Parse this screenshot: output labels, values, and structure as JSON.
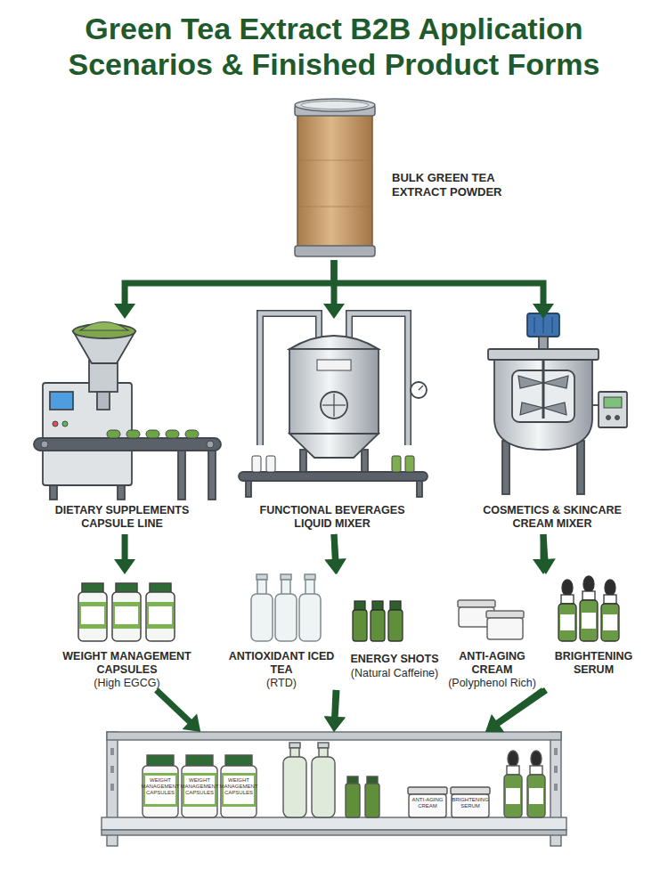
{
  "diagram": {
    "title": "Green Tea Extract B2B Application Scenarios & Finished Product Forms",
    "nodes": [
      {
        "text": [
          "BULK GREEN TEA EXTRACT POWDER"
        ]
      },
      {
        "text": [
          "DIETARY SUPPLEMENTS CAPSULE LINE"
        ]
      },
      {
        "text": [
          "FUNCTIONAL BEVERAGES LIQUID MIXER"
        ]
      },
      {
        "text": [
          "COSMETICS & SKINCARE CREAM MIXER"
        ]
      },
      {
        "text": [
          "WEIGHT MANAGEMENT CAPSULES",
          "(High EGCG)"
        ]
      },
      {
        "text": [
          "ANTIOXIDANT ICED TEA",
          "(RTD)"
        ]
      },
      {
        "text": [
          "ENERGY SHOTS",
          "(Natural Caffeine)"
        ]
      },
      {
        "text": [
          "ANTI-AGING CREAM",
          "(Polyphenol Rich)"
        ]
      },
      {
        "text": [
          "BRIGHTENING SERUM"
        ]
      },
      {
        "text": [
          "WEIGHT MANAGEMENT CAPSULES",
          "WEIGHT MANAGEMENT CAPSULES",
          "WEIGHT MANAGEMENT CAPSULES",
          "ANTI-AGING CREAM",
          "BRIGHTENING SERUM"
        ]
      }
    ],
    "edges": [
      {
        "from": 0,
        "to": 1,
        "arrow": "to"
      },
      {
        "from": 0,
        "to": 2,
        "arrow": "to"
      },
      {
        "from": 0,
        "to": 3,
        "arrow": "to"
      },
      {
        "from": 1,
        "to": 4,
        "arrow": "to"
      },
      {
        "from": 2,
        "to": 5,
        "arrow": "to"
      },
      {
        "from": 2,
        "to": 6,
        "arrow": "to"
      },
      {
        "from": 3,
        "to": 7,
        "arrow": "to"
      },
      {
        "from": 3,
        "to": 8,
        "arrow": "to"
      },
      {
        "from": 4,
        "to": 9,
        "arrow": "to"
      },
      {
        "from": 5,
        "to": 9,
        "arrow": "to"
      },
      {
        "from": 6,
        "to": 9,
        "arrow": "to"
      },
      {
        "from": 7,
        "to": 9,
        "arrow": "to"
      },
      {
        "from": 8,
        "to": 9,
        "arrow": "to"
      }
    ]
  }
}
